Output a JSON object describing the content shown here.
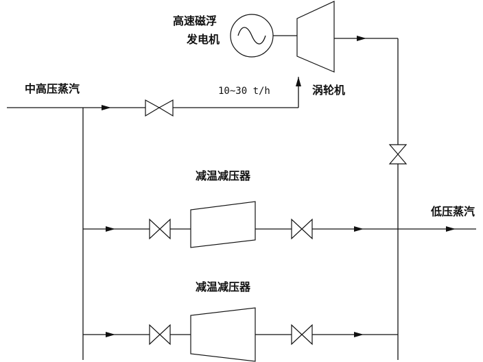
{
  "diagram": {
    "labels": {
      "generator_line1": "高速磁浮",
      "generator_line2": "发电机",
      "hp_steam": "中高压蒸汽",
      "flow_rate": "10~30 t/h",
      "turbine": "涡轮机",
      "prv_upper": "减温减压器",
      "prv_lower": "减温减压器",
      "lp_steam": "低压蒸汽"
    },
    "colors": {
      "line": "#111111",
      "background": "#ffffff"
    }
  }
}
